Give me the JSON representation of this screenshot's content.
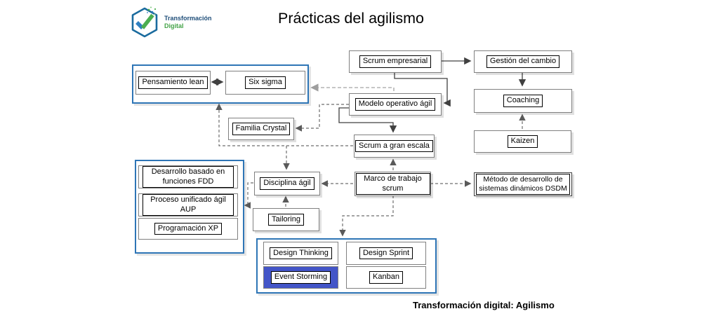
{
  "title": "Prácticas del agilismo",
  "logo": {
    "icon": "hexagon-check-icon",
    "line1": "Transformación",
    "line2": "Digital"
  },
  "footer": "Transformación digital: Agilismo",
  "colors": {
    "group_border": "#2e75b6",
    "event_storming_fill": "#4355c8",
    "node_border": "#808080",
    "line_solid": "#404040",
    "line_dashed": "#6e6e6e",
    "line_dashed_light": "#b3b3b3",
    "logo_navy": "#1f4e79",
    "logo_green": "#44a348"
  },
  "nodes": {
    "scrum_empresarial": "Scrum empresarial",
    "gestion_cambio": "Gestión del cambio",
    "pensamiento_lean": "Pensamiento lean",
    "six_sigma": "Six sigma",
    "modelo_operativo": "Modelo operativo ágil",
    "coaching": "Coaching",
    "familia_crystal": "Familia Crystal",
    "scrum_gran_escala": "Scrum a gran escala",
    "kaizen": "Kaizen",
    "fdd": "Desarrollo basado en funciones FDD",
    "aup": "Proceso unificado ágil AUP",
    "xp": "Programación XP",
    "disciplina_agil": "Disciplina ágil",
    "marco_scrum": "Marco de trabajo scrum",
    "dsdm": "Método de desarrollo de sistemas dinámicos DSDM",
    "tailoring": "Tailoring",
    "design_thinking": "Design Thinking",
    "design_sprint": "Design Sprint",
    "event_storming": "Event Storming",
    "kanban": "Kanban"
  }
}
